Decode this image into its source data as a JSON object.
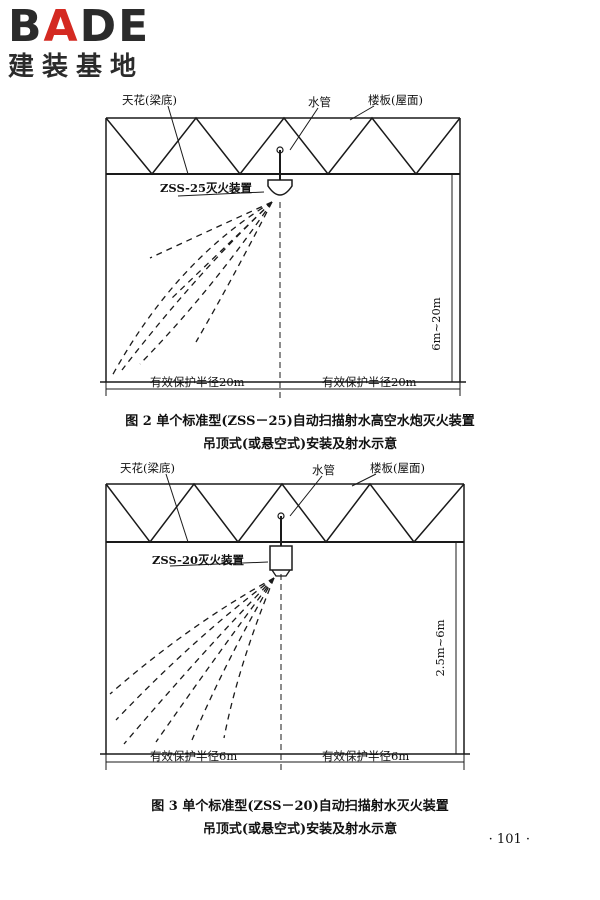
{
  "logo": {
    "letters": [
      "B",
      "A",
      "DE"
    ],
    "subtitle": "建装基地"
  },
  "figure2": {
    "label_ceiling": "天花(梁底)",
    "label_pipe": "水管",
    "label_floor": "楼板(屋面)",
    "label_device": "ZSS-25灭火装置",
    "label_height": "6m~20m",
    "label_radius_left": "有效保护半径20m",
    "label_radius_right": "有效保护半径20m",
    "caption_line1": "图 2   单个标准型(ZSS－25)自动扫描射水高空水炮灭火装置",
    "caption_line2": "吊顶式(或悬空式)安装及射水示意"
  },
  "figure3": {
    "label_ceiling": "天花(梁底)",
    "label_pipe": "水管",
    "label_floor": "楼板(屋面)",
    "label_device": "ZSS-20灭火装置",
    "label_height": "2.5m~6m",
    "label_radius_left": "有效保护半径6m",
    "label_radius_right": "有效保护半径6m",
    "caption_line1": "图 3   单个标准型(ZSS－20)自动扫描射水灭火装置",
    "caption_line2": "吊顶式(或悬空式)安装及射水示意"
  },
  "page_number": "· 101 ·"
}
